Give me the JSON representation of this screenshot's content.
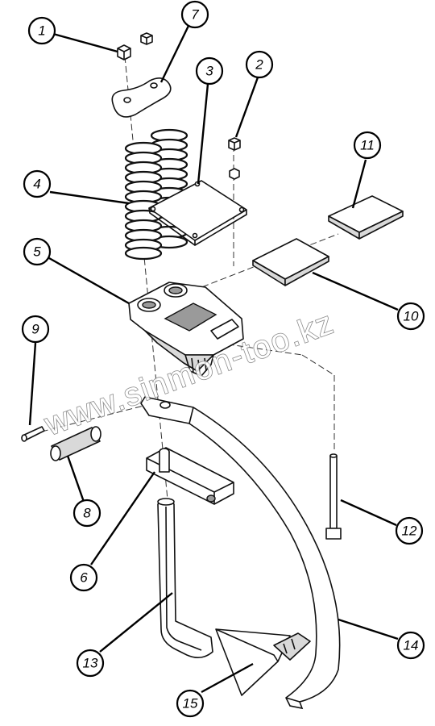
{
  "watermark": "www.sinmon-too.kz",
  "callouts": [
    {
      "id": "1",
      "label": "1"
    },
    {
      "id": "2",
      "label": "2"
    },
    {
      "id": "3",
      "label": "3"
    },
    {
      "id": "4",
      "label": "4"
    },
    {
      "id": "5",
      "label": "5"
    },
    {
      "id": "6",
      "label": "6"
    },
    {
      "id": "7",
      "label": "7"
    },
    {
      "id": "8",
      "label": "8"
    },
    {
      "id": "9",
      "label": "9"
    },
    {
      "id": "10",
      "label": "10"
    },
    {
      "id": "11",
      "label": "11"
    },
    {
      "id": "12",
      "label": "12"
    },
    {
      "id": "13",
      "label": "13"
    },
    {
      "id": "14",
      "label": "14"
    },
    {
      "id": "15",
      "label": "15"
    }
  ]
}
